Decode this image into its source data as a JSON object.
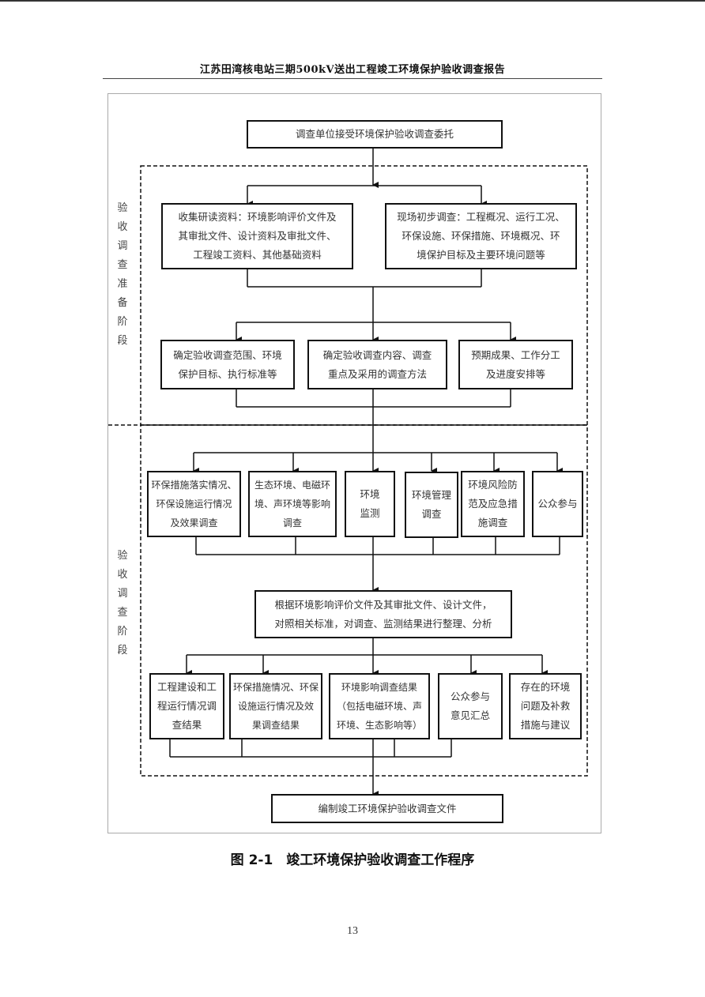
{
  "header": {
    "title": "江苏田湾核电站三期500kV送出工程竣工环境保护验收调查报告"
  },
  "flowchart": {
    "start": "调查单位接受环境保护验收调查委托",
    "phases": [
      {
        "label_chars": [
          "验",
          "收",
          "调",
          "查",
          "准",
          "备",
          "阶",
          "段"
        ]
      },
      {
        "label_chars": [
          "验",
          "收",
          "调",
          "查",
          "阶",
          "段"
        ]
      }
    ],
    "prep_collect": [
      "收集研读资料：环境影响评价文件及",
      "其审批文件、设计资料及审批文件、",
      "工程竣工资料、其他基础资料"
    ],
    "prep_site": [
      "现场初步调查：工程概况、运行工况、",
      "环保设施、环保措施、环境概况、环",
      "境保护目标及主要环境问题等"
    ],
    "prep_steps": [
      [
        "确定验收调查范围、环境",
        "保护目标、执行标准等"
      ],
      [
        "确定验收调查内容、调查",
        "重点及采用的调查方法"
      ],
      [
        "预期成果、工作分工",
        "及进度安排等"
      ]
    ],
    "survey_items": [
      [
        "环保措施落实情况、",
        "环保设施运行情况",
        "及效果调查"
      ],
      [
        "生态环境、电磁环",
        "境、声环境等影响",
        "调查"
      ],
      [
        "环境",
        "监测"
      ],
      [
        "环境管理",
        "调查"
      ],
      [
        "环境风险防",
        "范及应急措",
        "施调查"
      ],
      [
        "公众参与"
      ]
    ],
    "analysis": [
      "根据环境影响评价文件及其审批文件、设计文件，",
      "对照相关标准，对调查、监测结果进行整理、分析"
    ],
    "results": [
      [
        "工程建设和工",
        "程运行情况调",
        "查结果"
      ],
      [
        "环保措施情况、环保",
        "设施运行情况及效",
        "果调查结果"
      ],
      [
        "环境影响调查结果",
        "（包括电磁环境、声",
        "环境、生态影响等）"
      ],
      [
        "公众参与",
        "意见汇总"
      ],
      [
        "存在的环境",
        "问题及补救",
        "措施与建议"
      ]
    ],
    "end": "编制竣工环境保护验收调查文件"
  },
  "caption": "图 2-1　竣工环境保护验收调查工作程序",
  "page_number": "13"
}
